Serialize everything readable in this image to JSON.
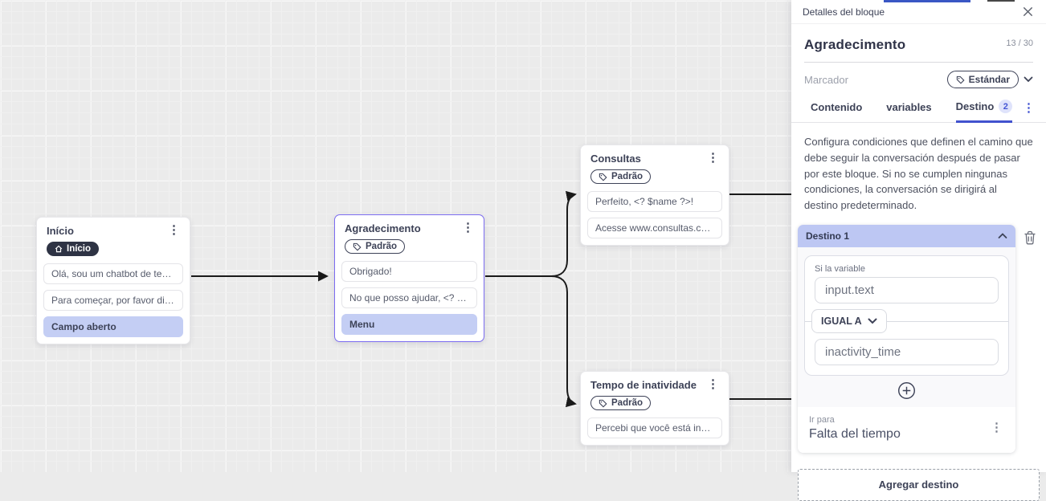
{
  "colors": {
    "accent_blue": "#4152ce",
    "selection_purple": "#7b6cf0",
    "highlight_row": "#c4cef4",
    "badge_dark": "#2e3344",
    "destino_header": "#bdc7f3",
    "connector": "#1a1a1a"
  },
  "canvas": {
    "blocks": [
      {
        "title": "Início",
        "badge": {
          "label": "Início",
          "icon": "home-icon"
        },
        "rows": [
          {
            "text": "Olá, sou um chatbot de teste!"
          },
          {
            "text": "Para começar, por favor digite o ..."
          },
          {
            "text": "Campo aberto"
          }
        ]
      },
      {
        "title": "Agradecimento",
        "badge": {
          "label": "Padrão",
          "icon": "tag-icon"
        },
        "rows": [
          {
            "text": "Obrigado!"
          },
          {
            "text": "No que posso ajudar, <? $name ..."
          },
          {
            "text": "Menu"
          }
        ]
      },
      {
        "title": "Consultas",
        "badge": {
          "label": "Padrão",
          "icon": "tag-icon"
        },
        "rows": [
          {
            "text": "Perfeito, <? $name ?>!"
          },
          {
            "text": "Acesse www.consultas.com par..."
          }
        ]
      },
      {
        "title": "Tempo de inatividade",
        "badge": {
          "label": "Padrão",
          "icon": "tag-icon"
        },
        "rows": [
          {
            "text": "Percebi que você está inativo. C..."
          }
        ]
      }
    ]
  },
  "panel": {
    "header": {
      "title": "Detalles del bloque"
    },
    "block_name": "Agradecimento",
    "char_counter": "13 / 30",
    "marcador": {
      "label": "Marcador",
      "value": "Estándar"
    },
    "tabs": [
      {
        "label": "Contenido"
      },
      {
        "label": "variables"
      },
      {
        "label": "Destino",
        "badge": "2"
      }
    ],
    "description": "Configura condiciones que definen el camino que debe seguir la conversación después de pasar por este bloque. Si no se cumplen ningunas condiciones, la conversación se dirigirá al destino predeterminado.",
    "destination": {
      "header": "Destino 1",
      "condition": {
        "label": "Si la variable",
        "variable_value": "input.text",
        "operator": "IGUAL A",
        "value": "inactivity_time"
      },
      "go_to_label": "Ir para",
      "go_to_value": "Falta del tiempo"
    },
    "add_destination_label": "Agregar destino"
  }
}
